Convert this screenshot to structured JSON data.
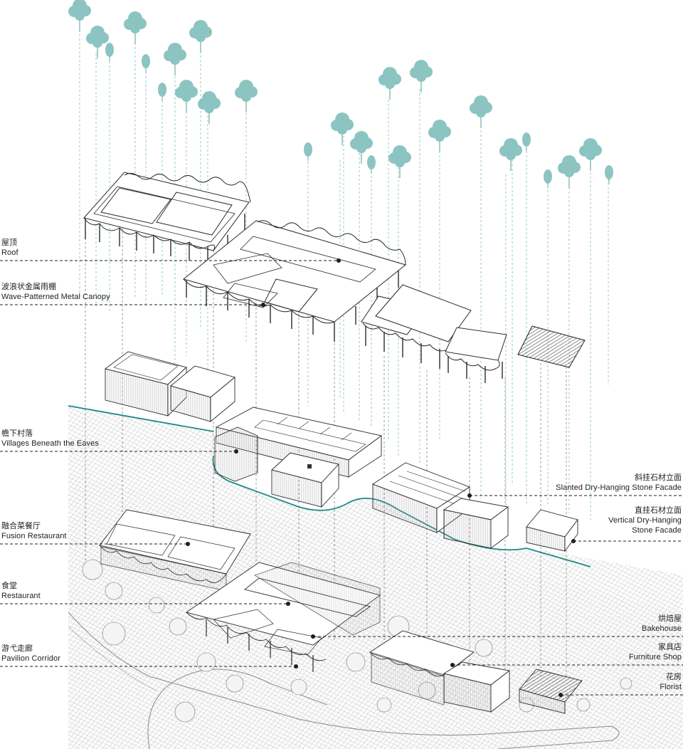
{
  "labels": {
    "roof": {
      "zh": "屋顶",
      "en": "Roof"
    },
    "canopy": {
      "zh": "波浪状金属雨棚",
      "en": "Wave-Patterned Metal Canopy"
    },
    "villages": {
      "zh": "檐下村落",
      "en": "Villages Beneath the Eaves"
    },
    "fusion": {
      "zh": "融合菜餐厅",
      "en": "Fusion Restaurant"
    },
    "restaurant": {
      "zh": "食堂",
      "en": "Restaurant"
    },
    "corridor": {
      "zh": "游弋走廊",
      "en": "Pavilion Corridor"
    },
    "slanted": {
      "zh": "斜挂石材立面",
      "en": "Slanted Dry-Hanging Stone Facade"
    },
    "vertical": {
      "zh": "直挂石材立面",
      "en1": "Vertical Dry-Hanging",
      "en2": "Stone Facade"
    },
    "bakehouse": {
      "zh": "烘焙屋",
      "en": "Bakehouse"
    },
    "furniture": {
      "zh": "家具店",
      "en": "Furniture Shop"
    },
    "florist": {
      "zh": "花房",
      "en": "Florist"
    }
  },
  "colors": {
    "tree": "#8cc4c2",
    "teal_line": "#1f8a86",
    "ink": "#2a2a2a",
    "hatch": "#c9c9c9"
  }
}
